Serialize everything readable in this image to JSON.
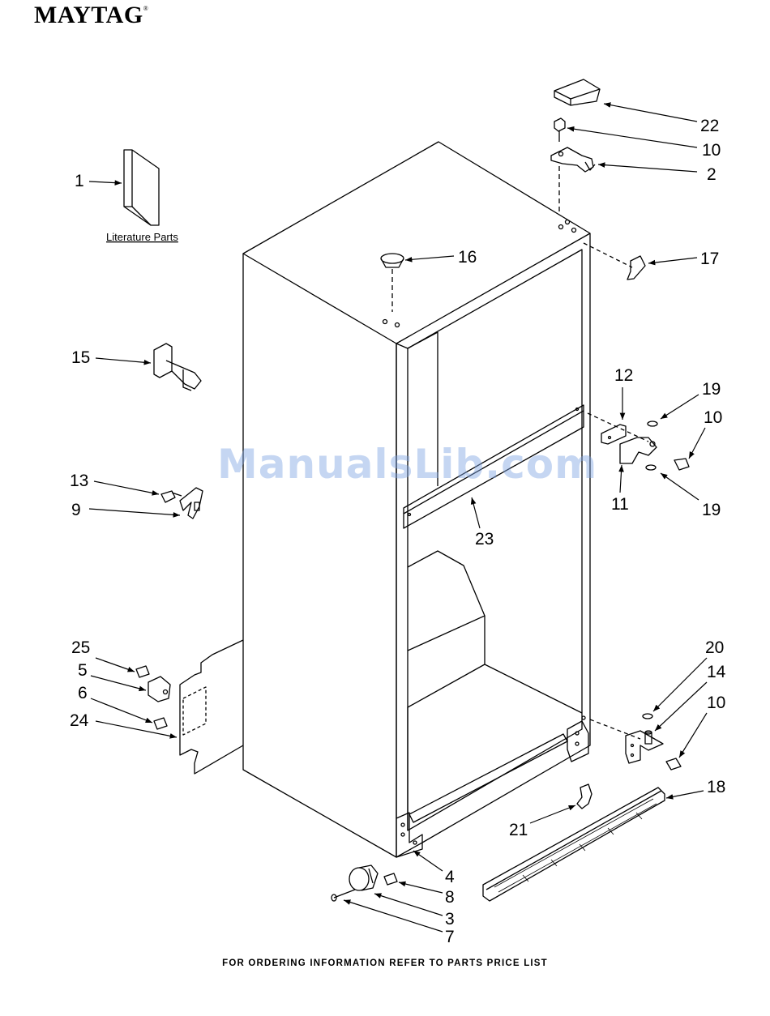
{
  "header": {
    "brand": "MAYTAG",
    "registered_mark": "®"
  },
  "literature_label": "Literature Parts",
  "watermark": "ManualsLib.com",
  "callouts": {
    "c1": "1",
    "c2": "2",
    "c3": "3",
    "c4": "4",
    "c5": "5",
    "c6": "6",
    "c7": "7",
    "c8": "8",
    "c9": "9",
    "c10a": "10",
    "c10b": "10",
    "c10c": "10",
    "c11": "11",
    "c12": "12",
    "c13": "13",
    "c14": "14",
    "c15": "15",
    "c16": "16",
    "c17": "17",
    "c18": "18",
    "c19a": "19",
    "c19b": "19",
    "c20": "20",
    "c21": "21",
    "c22": "22",
    "c23": "23",
    "c24": "24",
    "c25": "25"
  },
  "footer": "FOR ORDERING INFORMATION REFER TO PARTS PRICE LIST",
  "colors": {
    "line": "#000000",
    "watermark": "#7fa5e3"
  }
}
